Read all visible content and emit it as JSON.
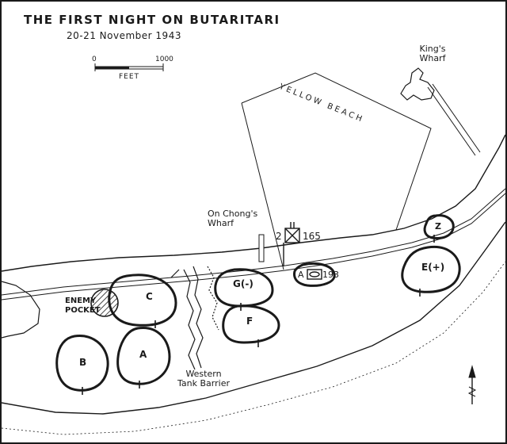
{
  "map": {
    "title": "THE FIRST NIGHT ON BUTARITARI",
    "date": "20-21 November 1943",
    "scale": {
      "min": "0",
      "max": "1000",
      "unit": "FEET"
    },
    "landmarks": {
      "yellow_beach": "YELLOW BEACH",
      "kings_wharf": "King's Wharf",
      "on_chongs_wharf": "On Chong's Wharf",
      "western_tank_barrier": "Western Tank Barrier",
      "enemy_pocket": "ENEMY POCKET"
    },
    "units": {
      "a": "A",
      "b": "B",
      "c": "C",
      "e": "E(+)",
      "f": "F",
      "g": "G(-)",
      "z": "Z",
      "hq_number": "2",
      "hq_regiment": "165",
      "tank_company": "A",
      "tank_battalion": "193"
    },
    "colors": {
      "ink": "#1a1a1a",
      "paper": "#ffffff"
    },
    "north_icon": "north-arrow-icon"
  }
}
